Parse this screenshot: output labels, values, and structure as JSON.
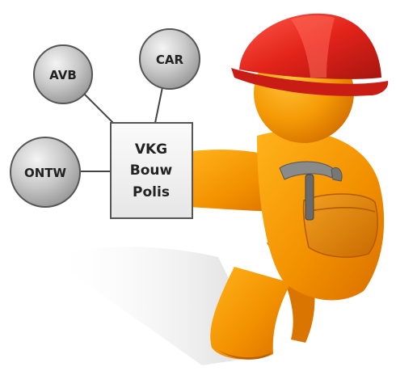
{
  "central_box": {
    "lines": [
      "VKG",
      "Bouw",
      "Polis"
    ]
  },
  "bubbles": {
    "avb": "AVB",
    "car": "CAR",
    "ontw": "ONTW"
  },
  "colors": {
    "figure": "#f39200",
    "helmet": "#e2231a",
    "bubble": "#bdbdbd",
    "box": "#f2f2f2",
    "connector": "#444444"
  },
  "icons": {
    "figure": "construction-worker-figure",
    "helmet": "hard-hat-icon",
    "tool": "hammer-icon",
    "pouch": "tool-belt-pouch"
  }
}
